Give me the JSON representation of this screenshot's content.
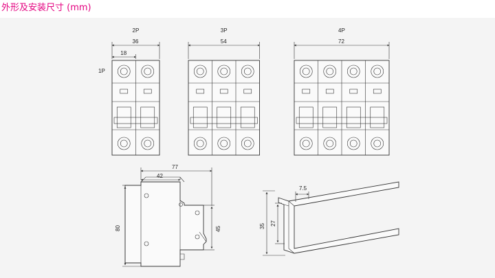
{
  "header": {
    "title": "外形及安装尺寸 (mm)"
  },
  "breakers": {
    "label_1p": "1P",
    "groups": [
      {
        "label": "2P",
        "width_dim": "36",
        "half_dim": "18",
        "poles": 2
      },
      {
        "label": "3P",
        "width_dim": "54",
        "poles": 3
      },
      {
        "label": "4P",
        "width_dim": "72",
        "poles": 4
      }
    ]
  },
  "side_view": {
    "depth_dim": "77",
    "front_dim": "42",
    "height_dim": "80",
    "window_dim": "45"
  },
  "din_rail": {
    "lip_dim": "7.5",
    "inner_dim": "27",
    "outer_dim": "35"
  },
  "colors": {
    "title": "#e4007f",
    "panel": "#f4f4f4",
    "line": "#333333"
  }
}
